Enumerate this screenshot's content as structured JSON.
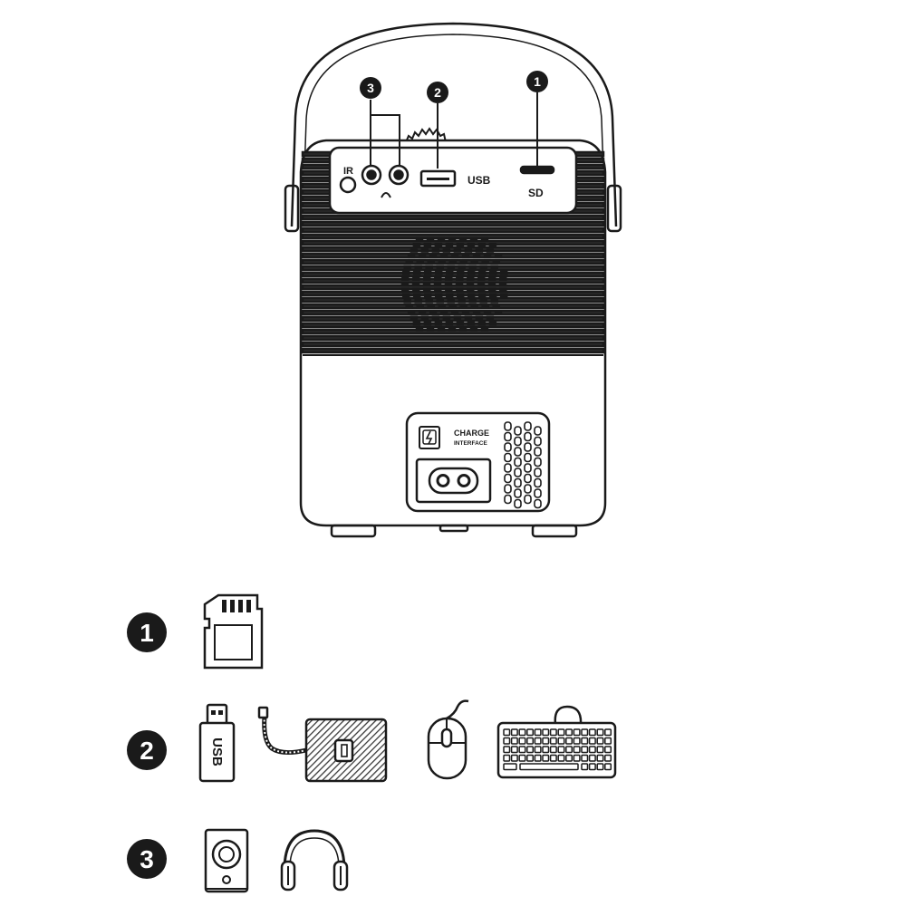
{
  "device": {
    "ir_label": "IR",
    "usb_label": "USB",
    "sd_label": "SD",
    "charge_label_line1": "CHARGE",
    "charge_label_line2": "INTERFACE",
    "callouts": [
      "3",
      "2",
      "1"
    ]
  },
  "legend": {
    "rows": [
      {
        "number": "1",
        "items": [
          "sd-card-icon"
        ]
      },
      {
        "number": "2",
        "items": [
          "usb-drive-icon",
          "hard-drive-icon",
          "mouse-icon",
          "keyboard-icon"
        ],
        "usb_text": "USB"
      },
      {
        "number": "3",
        "items": [
          "speaker-icon",
          "headphones-icon"
        ]
      }
    ]
  },
  "colors": {
    "ink": "#1a1a1a",
    "grille": "#2b2b2b",
    "paper": "#ffffff",
    "hatch": "#444444"
  }
}
